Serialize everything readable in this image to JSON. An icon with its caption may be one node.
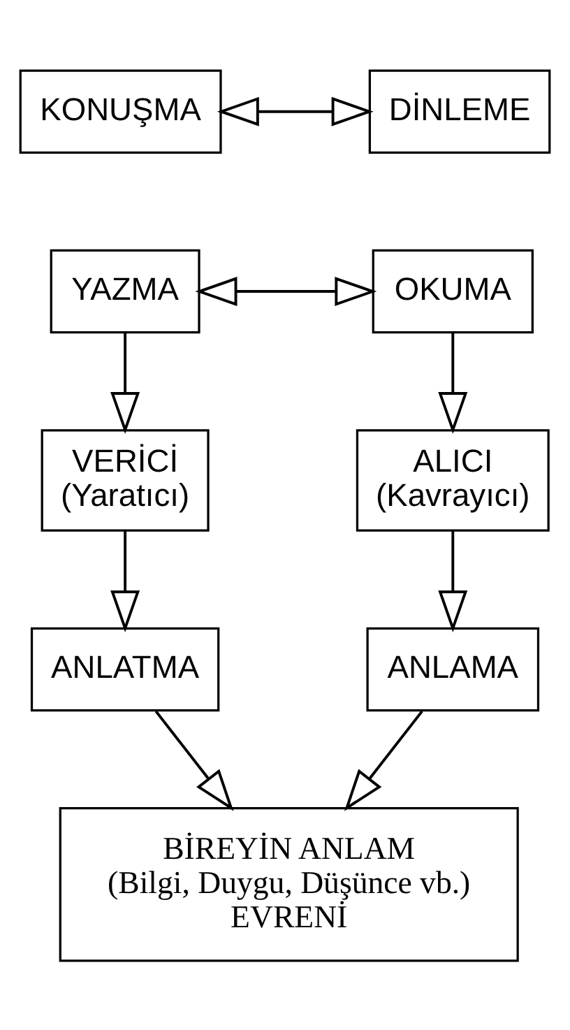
{
  "diagram": {
    "nodes": [
      {
        "text": [
          "KONUŞMA"
        ]
      },
      {
        "text": [
          "DİNLEME"
        ]
      },
      {
        "text": [
          "YAZMA"
        ]
      },
      {
        "text": [
          "OKUMA"
        ]
      },
      {
        "text": [
          "VERİCİ (Yaratıcı)"
        ]
      },
      {
        "text": [
          "ALICI (Kavrayıcı)"
        ]
      },
      {
        "text": [
          "ANLATMA"
        ]
      },
      {
        "text": [
          "ANLAMA"
        ]
      },
      {
        "text": [
          "BİREYİN ANLAM (Bilgi, Duygu, Düşünce vb.) EVRENİ"
        ]
      }
    ],
    "edges": [
      {
        "from": 0,
        "to": 1,
        "arrow": "both"
      },
      {
        "from": 2,
        "to": 3,
        "arrow": "both"
      },
      {
        "from": 2,
        "to": 4,
        "arrow": "to"
      },
      {
        "from": 3,
        "to": 5,
        "arrow": "to"
      },
      {
        "from": 4,
        "to": 6,
        "arrow": "to"
      },
      {
        "from": 5,
        "to": 7,
        "arrow": "to"
      },
      {
        "from": 6,
        "to": 8,
        "arrow": "to"
      },
      {
        "from": 7,
        "to": 8,
        "arrow": "to"
      }
    ]
  }
}
